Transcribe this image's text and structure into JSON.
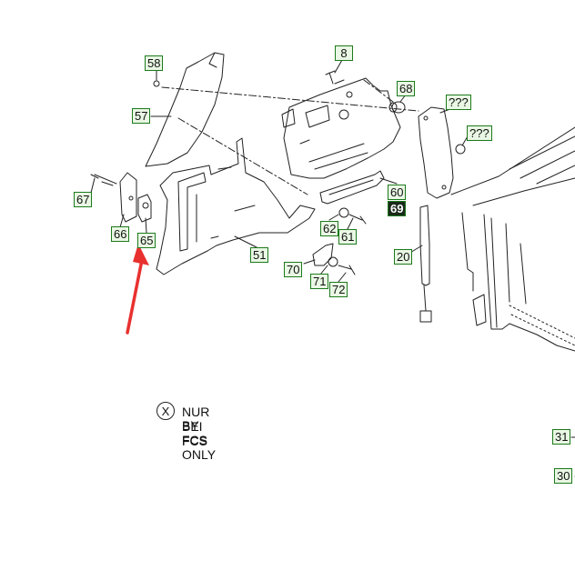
{
  "labels": [
    {
      "id": "58",
      "text": "58"
    },
    {
      "id": "57",
      "text": "57"
    },
    {
      "id": "8",
      "text": "8"
    },
    {
      "id": "68",
      "text": "68"
    },
    {
      "id": "q1",
      "text": "???"
    },
    {
      "id": "q2",
      "text": "???"
    },
    {
      "id": "67",
      "text": "67"
    },
    {
      "id": "66",
      "text": "66"
    },
    {
      "id": "65",
      "text": "65"
    },
    {
      "id": "51",
      "text": "51"
    },
    {
      "id": "60",
      "text": "60"
    },
    {
      "id": "69",
      "text": "69"
    },
    {
      "id": "62",
      "text": "62"
    },
    {
      "id": "61",
      "text": "61"
    },
    {
      "id": "20",
      "text": "20"
    },
    {
      "id": "70",
      "text": "70"
    },
    {
      "id": "71",
      "text": "71"
    },
    {
      "id": "72",
      "text": "72"
    },
    {
      "id": "31",
      "text": "31"
    },
    {
      "id": "30",
      "text": "30"
    }
  ],
  "legend": {
    "marker": "X",
    "line1": "NUR BEI FCS",
    "line2": "BY FCS ONLY"
  },
  "colors": {
    "label_border": "#1c7a1c",
    "label_fill": "#e9f7e4",
    "arrow": "#e8312f",
    "line": "#222222"
  }
}
